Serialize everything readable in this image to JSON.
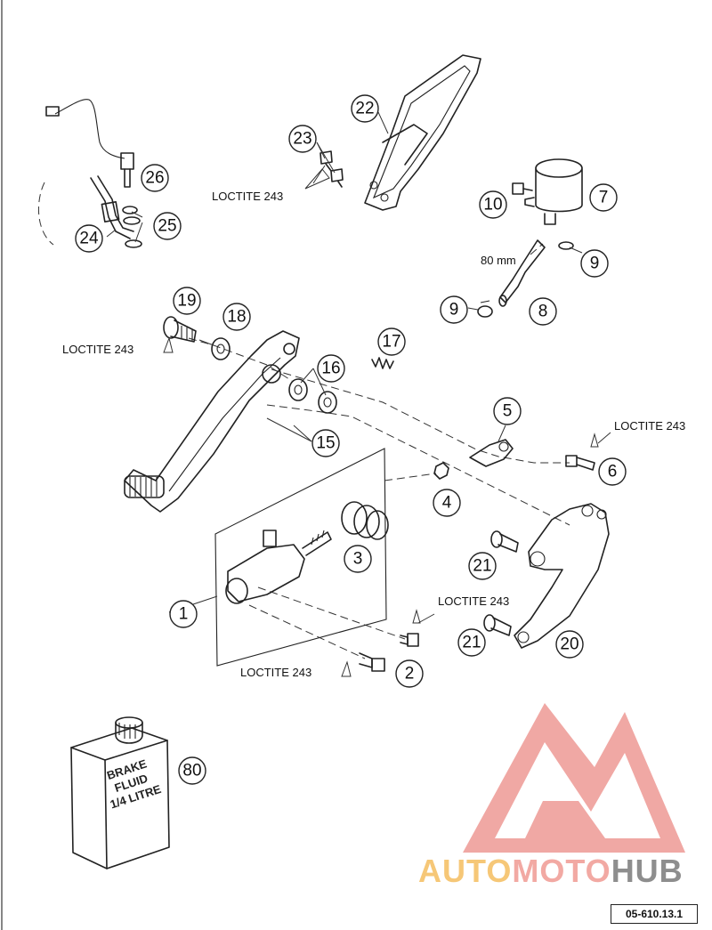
{
  "callouts": [
    {
      "id": "c1",
      "label": "1"
    },
    {
      "id": "c2",
      "label": "2"
    },
    {
      "id": "c3",
      "label": "3"
    },
    {
      "id": "c4",
      "label": "4"
    },
    {
      "id": "c5",
      "label": "5"
    },
    {
      "id": "c6",
      "label": "6"
    },
    {
      "id": "c7",
      "label": "7"
    },
    {
      "id": "c8",
      "label": "8"
    },
    {
      "id": "c9a",
      "label": "9"
    },
    {
      "id": "c9b",
      "label": "9"
    },
    {
      "id": "c10",
      "label": "10"
    },
    {
      "id": "c15",
      "label": "15"
    },
    {
      "id": "c16",
      "label": "16"
    },
    {
      "id": "c17",
      "label": "17"
    },
    {
      "id": "c18",
      "label": "18"
    },
    {
      "id": "c19",
      "label": "19"
    },
    {
      "id": "c20",
      "label": "20"
    },
    {
      "id": "c21a",
      "label": "21"
    },
    {
      "id": "c21b",
      "label": "21"
    },
    {
      "id": "c22",
      "label": "22"
    },
    {
      "id": "c23",
      "label": "23"
    },
    {
      "id": "c24",
      "label": "24"
    },
    {
      "id": "c25",
      "label": "25"
    },
    {
      "id": "c26",
      "label": "26"
    },
    {
      "id": "c80",
      "label": "80"
    }
  ],
  "notes": {
    "loctite_1": "LOCTITE 243",
    "loctite_2": "LOCTITE 243",
    "loctite_3": "LOCTITE 243",
    "loctite_4": "LOCTITE 243",
    "loctite_5": "LOCTITE 243",
    "hose_length": "80 mm"
  },
  "bottle": {
    "line1": "BRAKE",
    "line2": "FLUID",
    "line3": "1/4 LITRE"
  },
  "watermark": {
    "part1": "AUTO",
    "part2": "MOTO",
    "part3": "HUB"
  },
  "reference_code": "05-610.13.1",
  "colors": {
    "line": "#222222",
    "watermark_red": "#f2a9a3",
    "watermark_yellow": "#f6c777",
    "watermark_gray": "#8e8e8e"
  }
}
